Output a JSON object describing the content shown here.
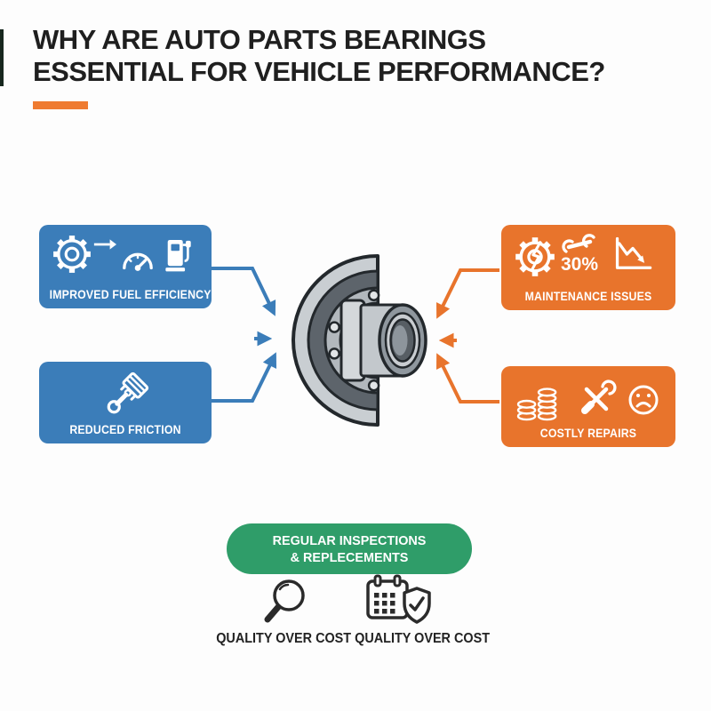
{
  "colors": {
    "blue": "#3b7db9",
    "orange": "#e8742c",
    "orange_accent": "#ef7b31",
    "green": "#2f9d69",
    "ink": "#1f1f1f",
    "icon_ink": "#2b2b2b",
    "bg": "#fdfdfd"
  },
  "header": {
    "title_line1": "WHY ARE AUTO PARTS BEARINGS",
    "title_line2": "ESSENTIAL FOR VEHICLE PERFORMANCE?"
  },
  "benefits": {
    "card1": {
      "label": "IMPROVED FUEL EFFICIENCY",
      "icons": [
        "gear-icon",
        "arrow-right-icon",
        "speedometer-icon",
        "fuel-pump-icon"
      ]
    },
    "card2": {
      "label": "REDUCED FRICTION",
      "icons": [
        "piston-icon"
      ]
    }
  },
  "drawbacks": {
    "card1": {
      "label": "MAINTENANCE ISSUES",
      "stat": "30%",
      "icons": [
        "broken-gear-icon",
        "wrench-icon",
        "declining-chart-icon"
      ]
    },
    "card2": {
      "label": "COSTLY REPAIRS",
      "icons": [
        "coin-stacks-icon",
        "crossed-tools-icon",
        "sad-face-icon"
      ]
    }
  },
  "center": {
    "illustration": "wheel-hub-bearing-cutaway"
  },
  "footer": {
    "pill_line1": "REGULAR INSPECTIONS",
    "pill_line2": "& REPLECEMENTS",
    "caption": "QUALITY OVER COST QUALITY OVER COST",
    "icons": [
      "magnifier-icon",
      "calendar-shield-check-icon"
    ]
  }
}
